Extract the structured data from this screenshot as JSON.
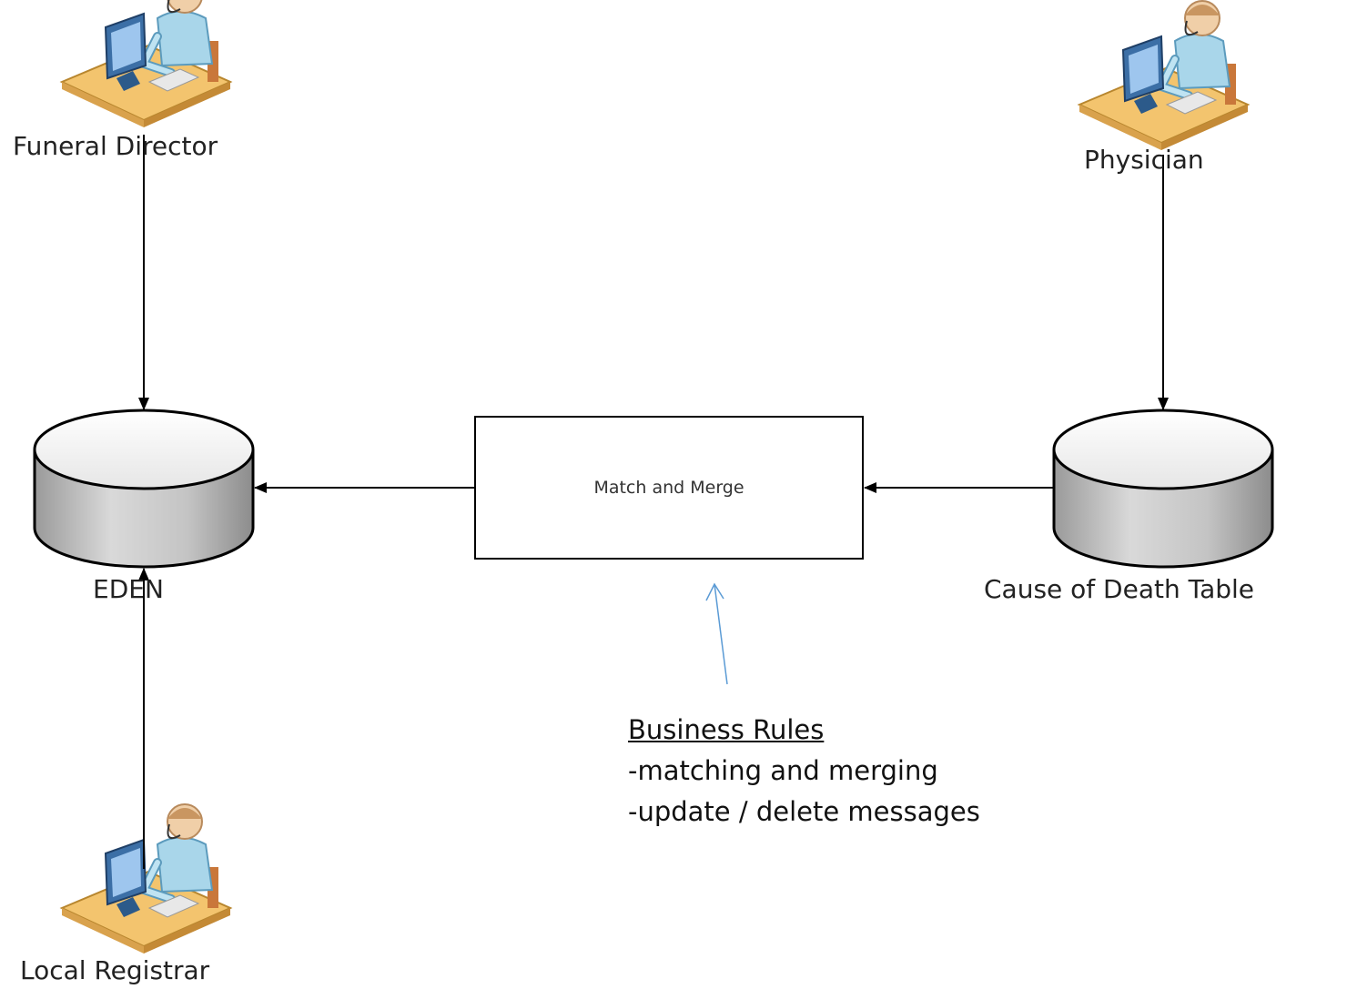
{
  "actors": {
    "funeral_director": "Funeral Director",
    "physician": "Physician",
    "local_registrar": "Local Registrar"
  },
  "datastores": {
    "eden": "EDEN",
    "cause_of_death": "Cause of Death Table"
  },
  "process": {
    "label": "Match and Merge"
  },
  "business_rules": {
    "title": "Business Rules",
    "items": [
      "-matching and merging",
      "-update / delete messages"
    ]
  },
  "colors": {
    "line": "#000000",
    "annotation_arrow": "#5b9bd5",
    "cylinder_side": "#c8c8c8",
    "cylinder_top": "#f2f2f2"
  }
}
